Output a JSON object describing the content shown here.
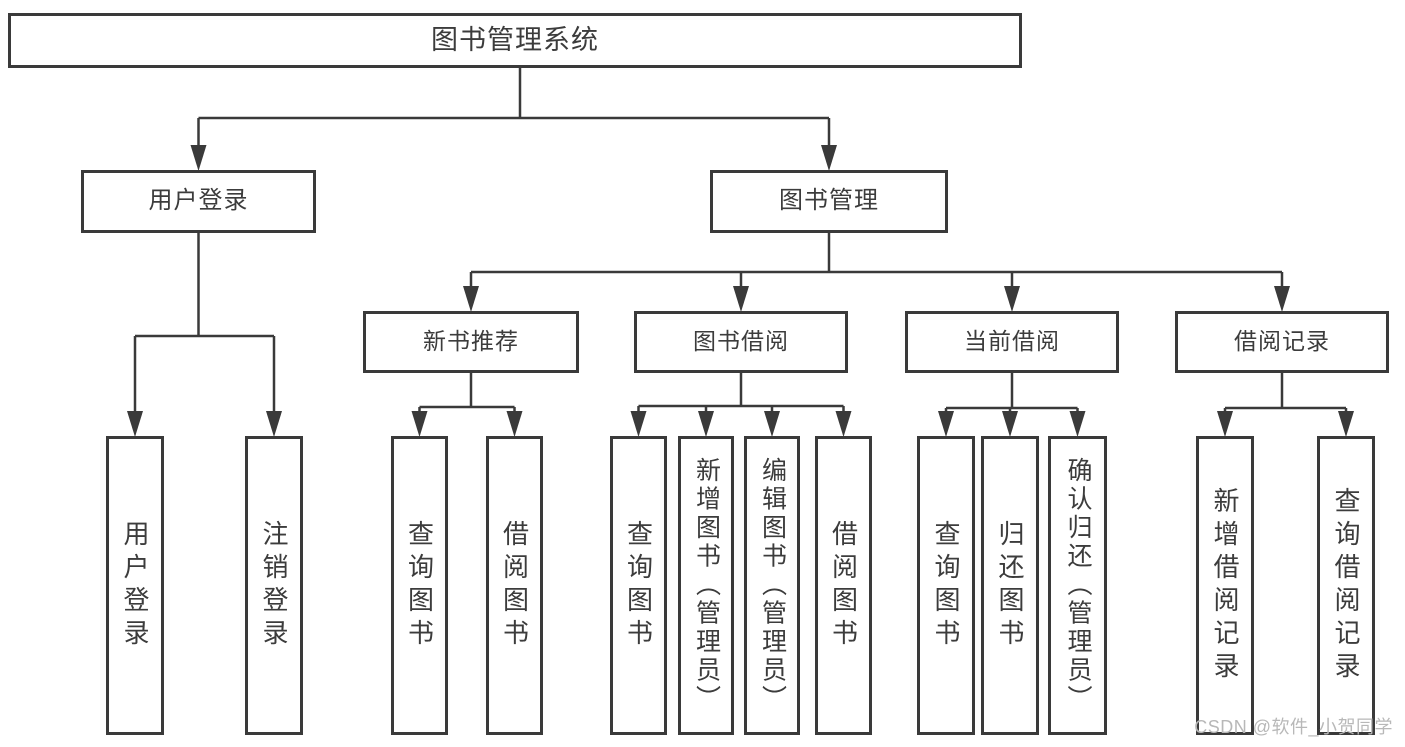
{
  "diagram": {
    "root": "图书管理系统",
    "user_login": {
      "label": "用户登录",
      "children": [
        "用户登录",
        "注销登录"
      ]
    },
    "book_management": {
      "label": "图书管理",
      "sections": {
        "new_books": {
          "label": "新书推荐",
          "children": [
            "查询图书",
            "借阅图书"
          ]
        },
        "borrowing": {
          "label": "图书借阅",
          "children": [
            "查询图书",
            "新增图书（管理员）",
            "编辑图书（管理员）",
            "借阅图书"
          ]
        },
        "current": {
          "label": "当前借阅",
          "children": [
            "查询图书",
            "归还图书",
            "确认归还（管理员）"
          ]
        },
        "records": {
          "label": "借阅记录",
          "children": [
            "新增借阅记录",
            "查询借阅记录"
          ]
        }
      }
    }
  },
  "watermark": "CSDN @软件_小贺同学",
  "colors": {
    "line": "#3a3a3a",
    "text": "#3c3c3c",
    "watermark": "#b8b8b8",
    "background": "#ffffff"
  }
}
